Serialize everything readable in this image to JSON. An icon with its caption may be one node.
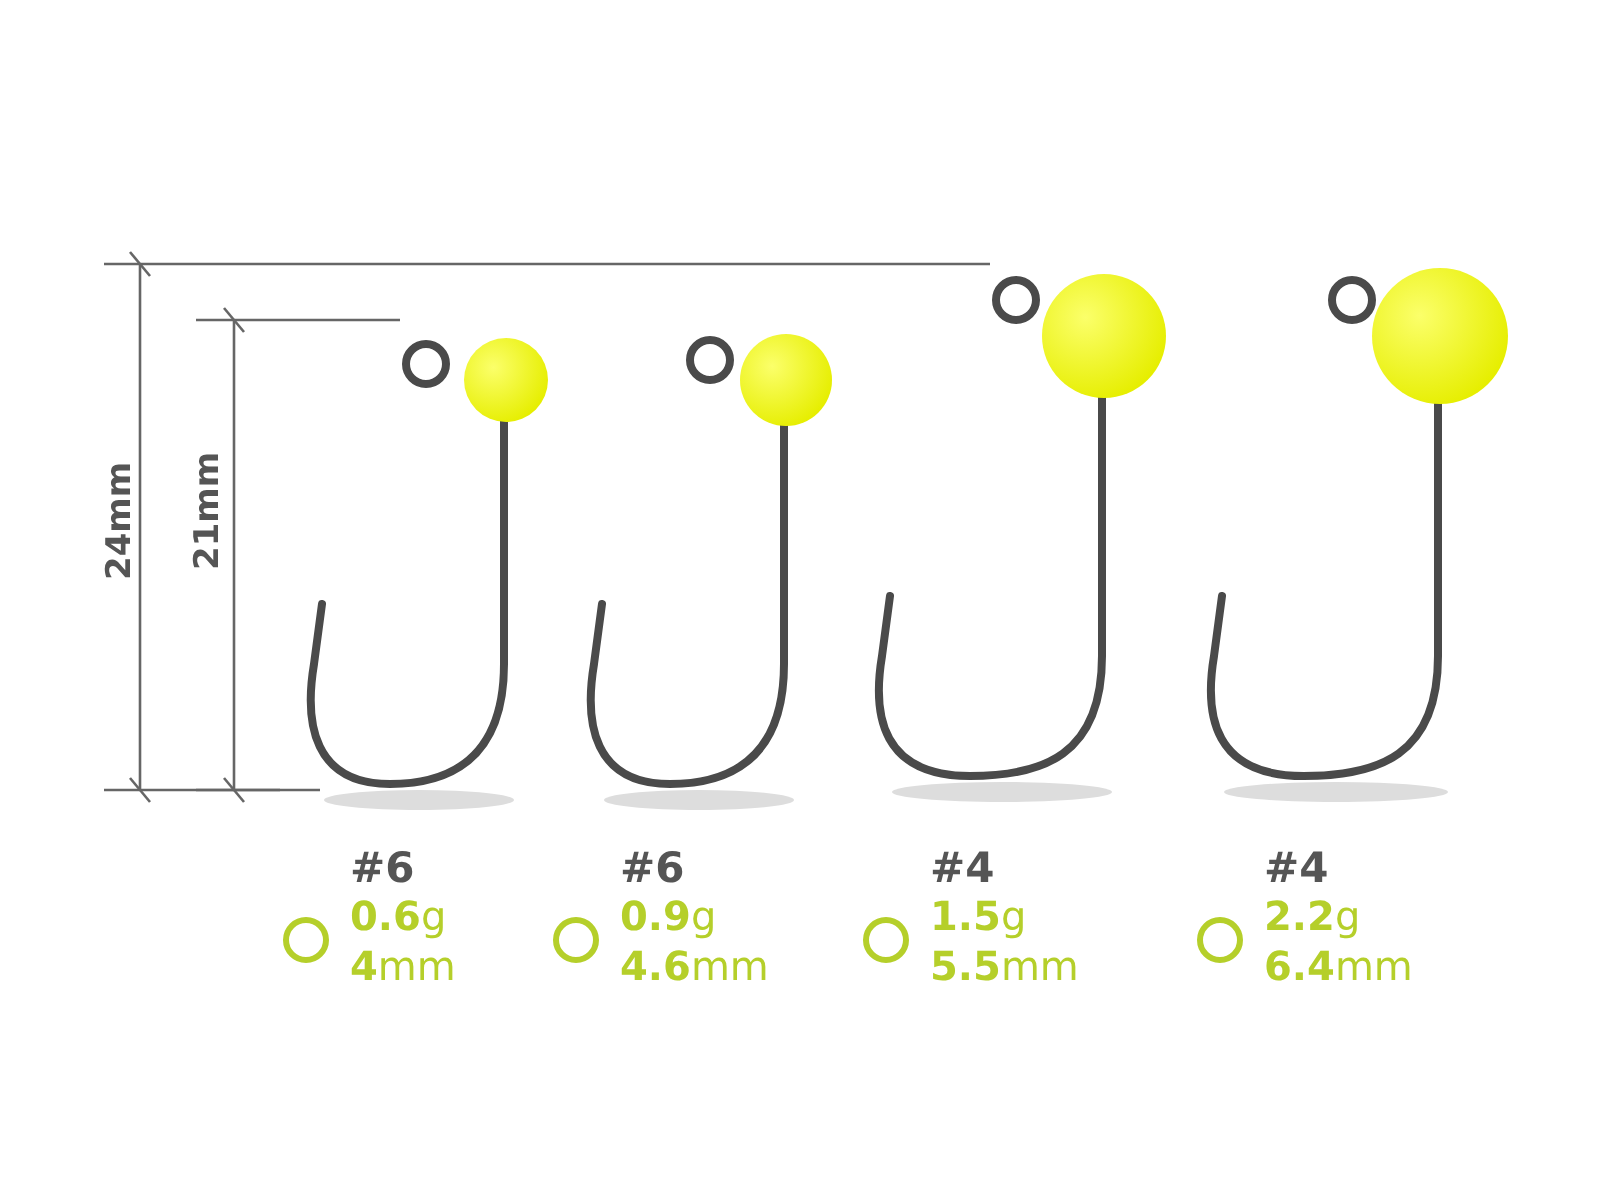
{
  "diagram": {
    "labels": [
      "24mm",
      "21mm",
      "#6",
      "**0.6**g",
      "**4**mm",
      "#6",
      "**0.9**g",
      "**4.6**mm",
      "#4",
      "**1.5**g",
      "**5.5**mm",
      "#4",
      "**2.2**g",
      "**6.4**mm"
    ]
  }
}
